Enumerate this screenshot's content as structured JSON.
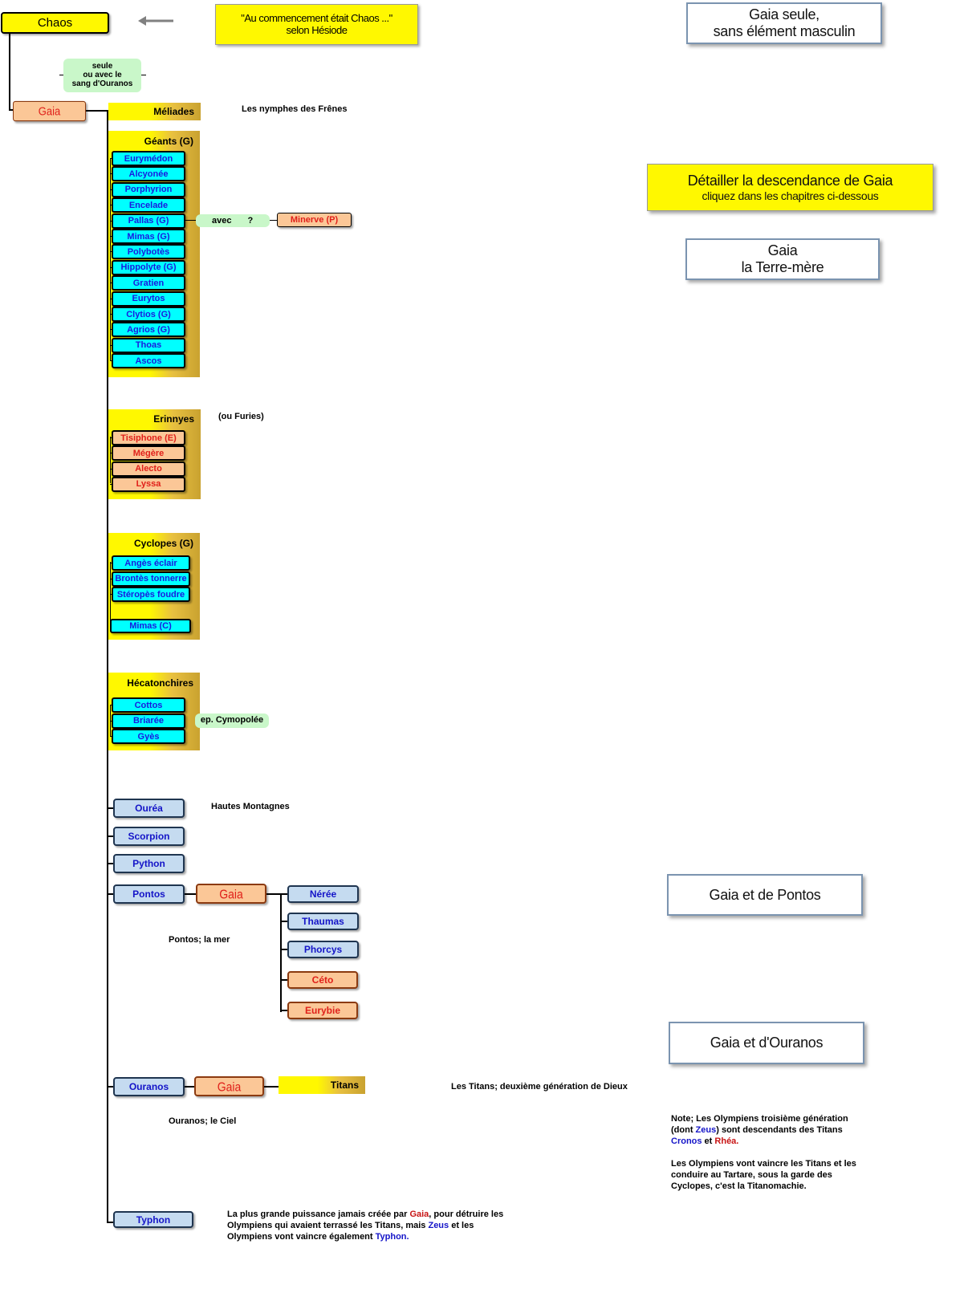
{
  "header": {
    "chaos_label": "Chaos",
    "quote_line1": "\"Au commencement était Chaos ...\"",
    "quote_line2": "selon Hésiode"
  },
  "links": {
    "gaia_seule_line1": "Gaia seule,",
    "gaia_seule_line2": "sans élément masculin",
    "detail_line1": "Détailler la descendance de Gaia",
    "detail_line2": "cliquez dans les chapitres ci-dessous",
    "terre_mere_line1": "Gaia",
    "terre_mere_line2": "la Terre-mère",
    "pontos": "Gaia et de Pontos",
    "ouranos": "Gaia et d'Ouranos"
  },
  "seule_note": [
    "seule",
    "ou avec le",
    "sang d'Ouranos"
  ],
  "gaia_root": "Gaia",
  "meliades": {
    "title": "Méliades",
    "desc": "Les nymphes des Frênes"
  },
  "geants": {
    "title": "Géants (G)",
    "members": [
      "Eurymédon",
      "Alcyonée",
      "Porphyrion",
      "Encelade",
      "Pallas (G)",
      "Mimas (G)",
      "Polybotès",
      "Hippolyte (G)",
      "Gratien",
      "Eurytos",
      "Clytios (G)",
      "Agrios (G)",
      "Thoas",
      "Ascos"
    ],
    "avec": "avec",
    "question": "?",
    "minerve": "Minerve (P)"
  },
  "erinnyes": {
    "title": "Erinnyes",
    "note": "(ou Furies)",
    "members": [
      "Tisiphone (E)",
      "Mégère",
      "Alecto",
      "Lyssa"
    ]
  },
  "cyclopes": {
    "title": "Cyclopes (G)",
    "members": [
      "Angès éclair",
      "Brontès tonnerre",
      "Stéropès foudre"
    ],
    "extra": "Mimas (C)"
  },
  "hecatonchires": {
    "title": "Hécatonchires",
    "members": [
      "Cottos",
      "Briarée",
      "Gyès"
    ],
    "spouse": "ep. Cymopolée"
  },
  "ourea": {
    "name": "Ouréa",
    "desc": "Hautes Montagnes"
  },
  "scorpion": "Scorpion",
  "python": "Python",
  "pontos": {
    "name": "Pontos",
    "gaia": "Gaia",
    "desc": "Pontos; la mer",
    "children": [
      "Nérée",
      "Thaumas",
      "Phorcys",
      "Céto",
      "Eurybie"
    ]
  },
  "ouranos": {
    "name": "Ouranos",
    "gaia": "Gaia",
    "titans": "Titans",
    "titans_desc": "Les Titans; deuxième génération de Dieux",
    "desc": "Ouranos; le Ciel"
  },
  "olympiens_note": {
    "p1_a": "Note; Les Olympiens troisième génération (dont ",
    "zeus": "Zeus",
    "p1_b": ") sont descendants des Titans ",
    "cronos": "Cronos",
    "p1_c": " et ",
    "rhea": "Rhéa.",
    "p2": "Les Olympiens vont vaincre les Titans et les conduire au Tartare, sous la garde des Cyclopes, c'est la Titanomachie."
  },
  "typhon": {
    "name": "Typhon",
    "d_a": "La plus grande puissance jamais créée par ",
    "gaia": "Gaia",
    "d_b": ", pour détruire les Olympiens qui avaient terrassé les Titans, mais ",
    "zeus": "Zeus",
    "d_c": " et les Olympiens vont vaincre également ",
    "typhon": "Typhon."
  }
}
